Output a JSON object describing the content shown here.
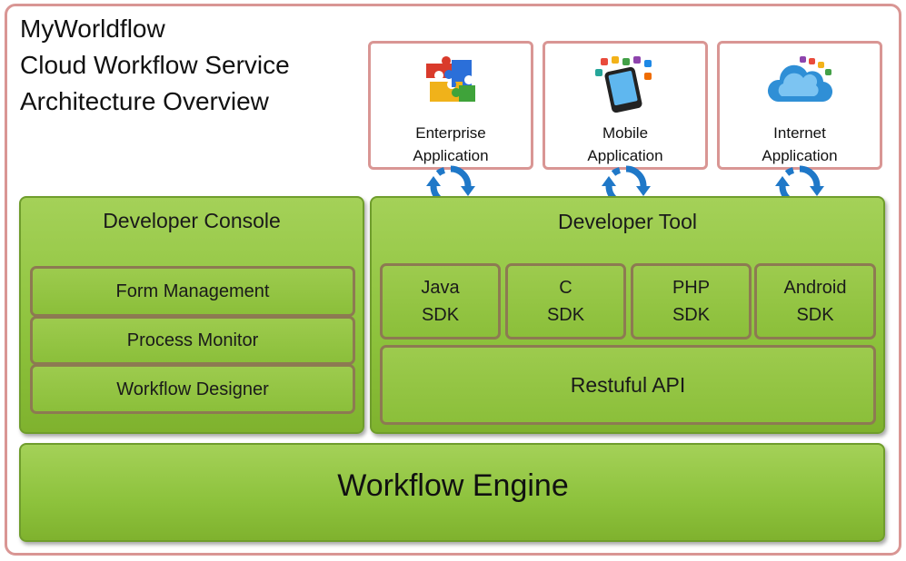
{
  "title": {
    "line1": "MyWorldflow",
    "line2": "Cloud Workflow Service",
    "line3": "Architecture Overview"
  },
  "applications": [
    {
      "line1": "Enterprise",
      "line2": "Application",
      "icon": "puzzle-icon"
    },
    {
      "line1": "Mobile",
      "line2": "Application",
      "icon": "smartphone-apps-icon"
    },
    {
      "line1": "Internet",
      "line2": "Application",
      "icon": "cloud-apps-icon"
    }
  ],
  "developer_console": {
    "title": "Developer Console",
    "items": [
      "Form Management",
      "Process Monitor",
      "Workflow Designer"
    ]
  },
  "developer_tool": {
    "title": "Developer Tool",
    "sdks": [
      {
        "line1": "Java",
        "line2": "SDK"
      },
      {
        "line1": "C",
        "line2": "SDK"
      },
      {
        "line1": "PHP",
        "line2": "SDK"
      },
      {
        "line1": "Android",
        "line2": "SDK"
      }
    ],
    "api": "Restuful API"
  },
  "engine": {
    "label": "Workflow Engine"
  },
  "colors": {
    "frame": "#d99694",
    "panel_green": "#8dc23c",
    "inner_border": "#8d7a52",
    "sync_blue": "#1f78c8"
  }
}
